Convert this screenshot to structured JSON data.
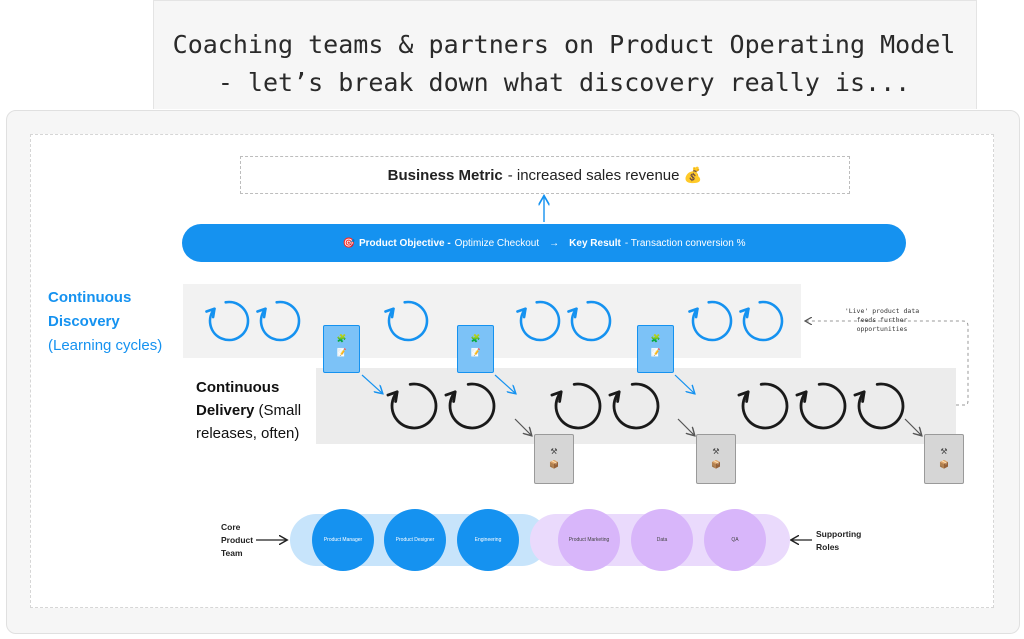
{
  "title": {
    "line1": "Coaching teams & partners on Product Operating Model",
    "line2": "- let’s break down what discovery really is..."
  },
  "metric": {
    "bold": "Business Metric",
    "text": "- increased sales revenue 💰"
  },
  "objective": {
    "emoji": "🎯",
    "objective_bold": "Product Objective -",
    "objective_text": "Optimize Checkout",
    "arrow": "→",
    "kr_bold": "Key Result",
    "kr_text": "- Transaction conversion %"
  },
  "discovery": {
    "line1": "Continuous",
    "line2": "Discovery",
    "line3": "(Learning cycles)"
  },
  "delivery": {
    "bold1": "Continuous",
    "bold2": "Delivery",
    "rest1": "(Small",
    "rest2": "releases, often)"
  },
  "live_note": {
    "line1": "'Live' product data",
    "line2": "feeds further",
    "line3": "opportunities"
  },
  "cards": {
    "blue_glyph_top": "🧩",
    "blue_glyph_bottom": "📝",
    "grey_glyph_top": "⚒",
    "grey_glyph_bottom": "📦"
  },
  "team": {
    "core_label_1": "Core",
    "core_label_2": "Product",
    "core_label_3": "Team",
    "supporting_label_1": "Supporting",
    "supporting_label_2": "Roles",
    "core_roles": [
      "Product Manager",
      "Product Designer",
      "Engineering"
    ],
    "supporting_roles": [
      "Product Marketing",
      "Data",
      "QA"
    ]
  },
  "colors": {
    "accent": "#1592f0",
    "supporting": "#d8b6fa",
    "discovery_band": "#f2f2f2",
    "delivery_band": "#ececec",
    "cycle_dark": "#1a1a1a"
  },
  "icons": {
    "cycle": "refresh-cycle-icon",
    "arrow": "arrow-icon"
  }
}
